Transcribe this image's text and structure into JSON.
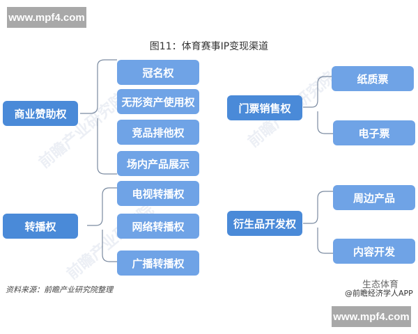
{
  "watermarks": {
    "top": "www.mpf4.com",
    "bottom": "www.mpf4.com"
  },
  "title": "图11：体育赛事IP变现渠道",
  "groups": [
    {
      "label": "商业赞助权",
      "children": [
        "冠名权",
        "无形资产使用权",
        "竞品排他权",
        "场内产品展示"
      ]
    },
    {
      "label": "转播权",
      "children": [
        "电视转播权",
        "网络转播权",
        "广播转播权"
      ]
    },
    {
      "label": "门票销售权",
      "children": [
        "纸质票",
        "电子票"
      ]
    },
    {
      "label": "衍生品开发权",
      "children": [
        "周边产品",
        "内容开发"
      ]
    }
  ],
  "source": "资料来源：前瞻产业研究院整理",
  "credits": {
    "line1": "生态体育",
    "line2": "@前瞻经济学人APP"
  },
  "colors": {
    "main_box": "#4a8ad8",
    "sub_box": "#6fa3e6",
    "connector": "#7a8aa0"
  }
}
